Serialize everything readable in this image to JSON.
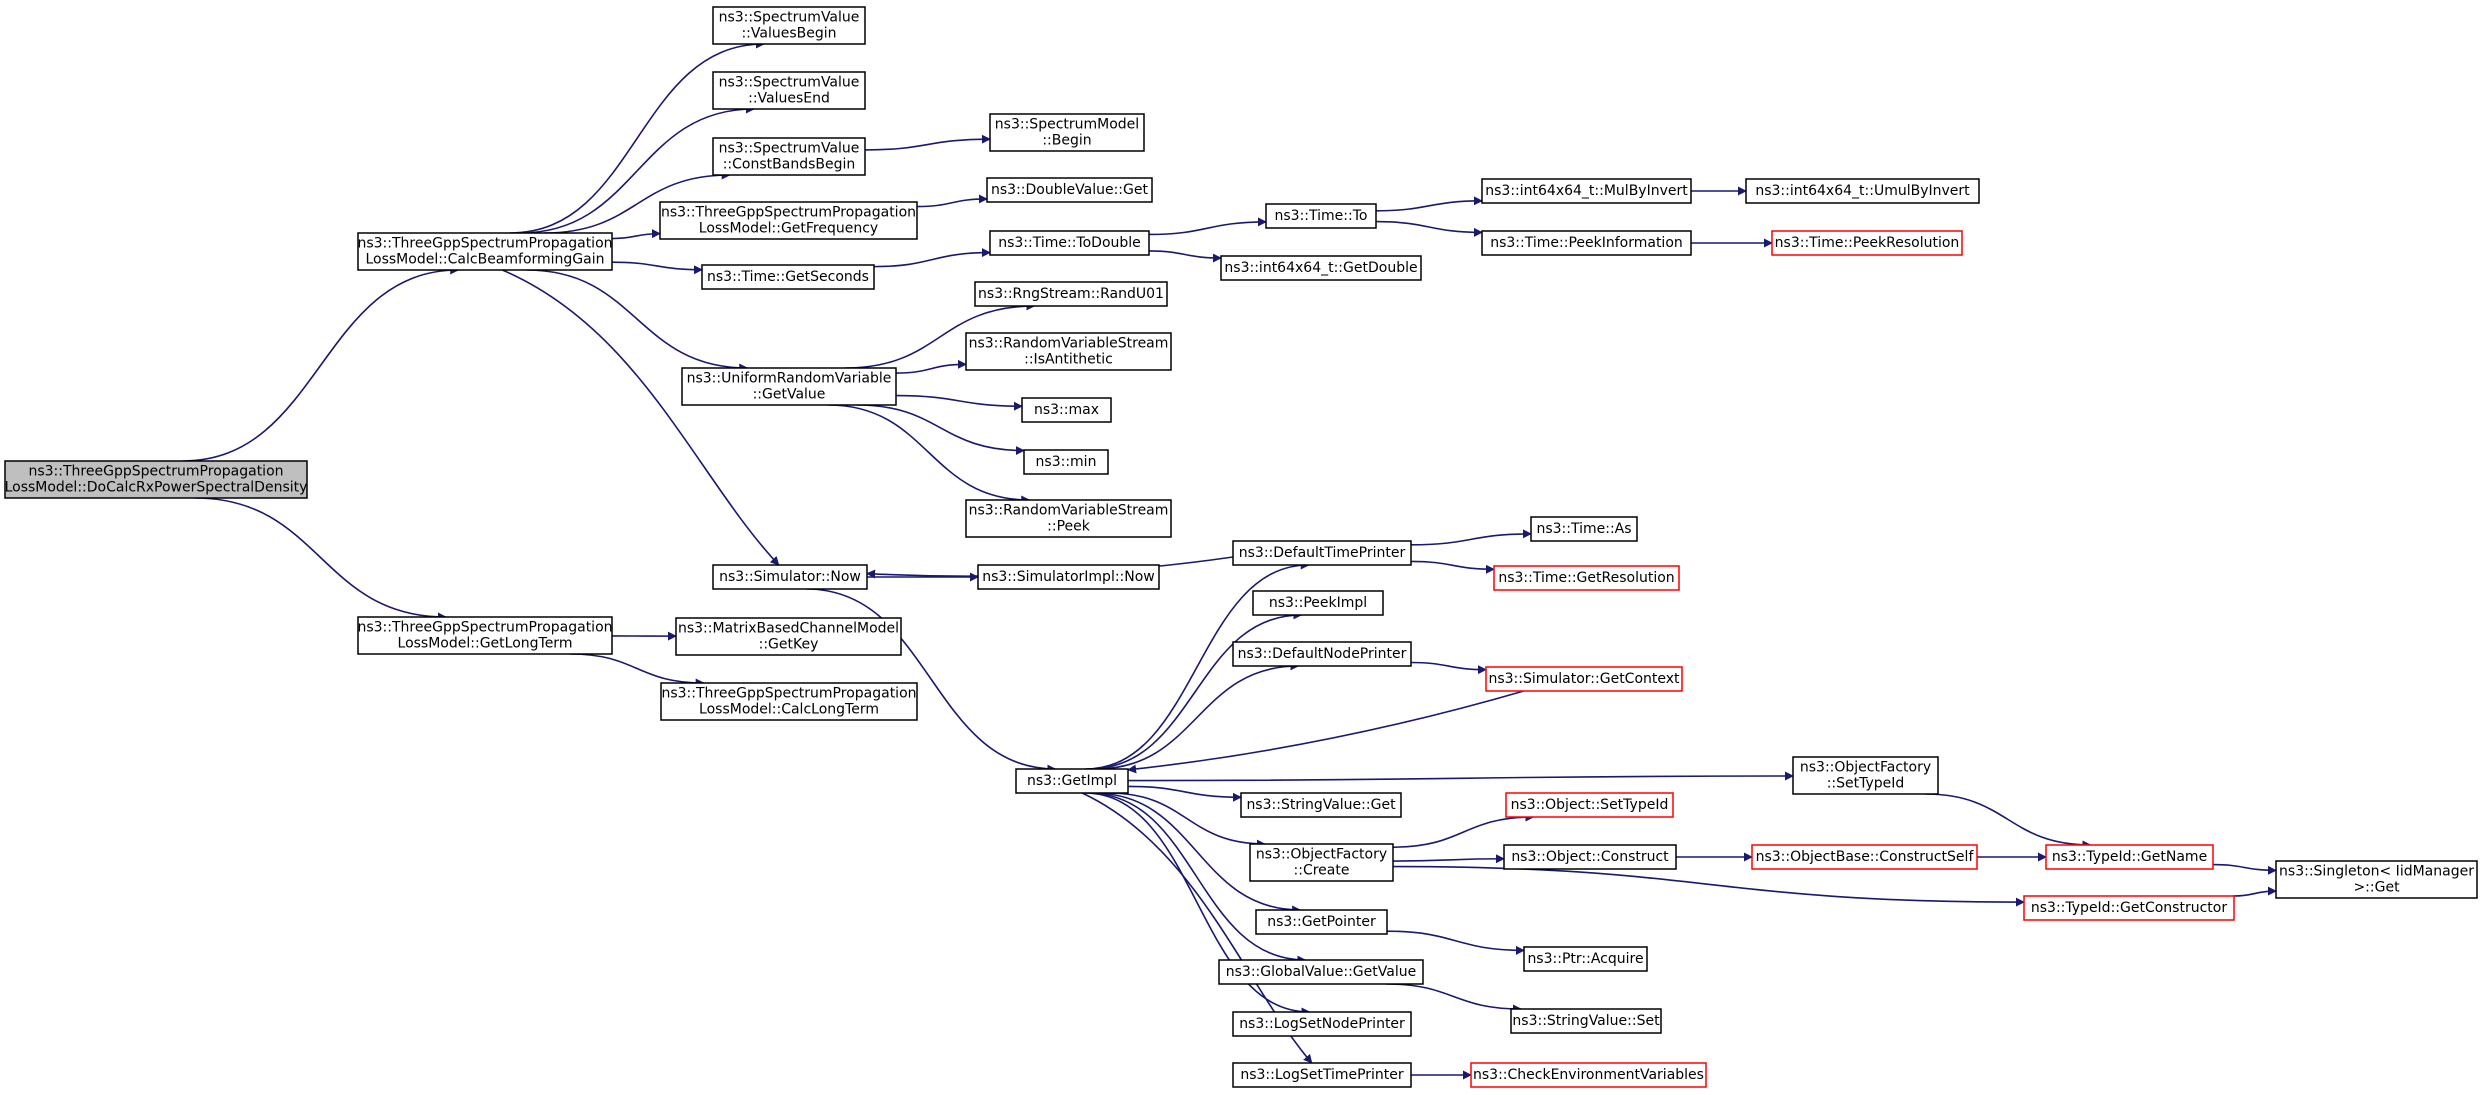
{
  "colors": {
    "edge": "#191970",
    "root_fill": "#bfbfbf",
    "box_stroke": "#000000",
    "truncated_stroke": "#ff0000"
  },
  "nodes": {
    "n_root": {
      "lines": [
        "ns3::ThreeGppSpectrumPropagation",
        "LossModel::DoCalcRxPowerSpectralDensity"
      ],
      "style": "root"
    },
    "n_cbg": {
      "lines": [
        "ns3::ThreeGppSpectrumPropagation",
        "LossModel::CalcBeamformingGain"
      ]
    },
    "n_glt": {
      "lines": [
        "ns3::ThreeGppSpectrumPropagation",
        "LossModel::GetLongTerm"
      ]
    },
    "n_vb": {
      "lines": [
        "ns3::SpectrumValue",
        "::ValuesBegin"
      ]
    },
    "n_ve": {
      "lines": [
        "ns3::SpectrumValue",
        "::ValuesEnd"
      ]
    },
    "n_cbb": {
      "lines": [
        "ns3::SpectrumValue",
        "::ConstBandsBegin"
      ]
    },
    "n_smb": {
      "lines": [
        "ns3::SpectrumModel",
        "::Begin"
      ]
    },
    "n_gf": {
      "lines": [
        "ns3::ThreeGppSpectrumPropagation",
        "LossModel::GetFrequency"
      ]
    },
    "n_dvg": {
      "lines": [
        "ns3::DoubleValue::Get"
      ]
    },
    "n_gs": {
      "lines": [
        "ns3::Time::GetSeconds"
      ]
    },
    "n_td": {
      "lines": [
        "ns3::Time::ToDouble"
      ]
    },
    "n_tto": {
      "lines": [
        "ns3::Time::To"
      ]
    },
    "n_mbi": {
      "lines": [
        "ns3::int64x64_t::MulByInvert"
      ]
    },
    "n_umbi": {
      "lines": [
        "ns3::int64x64_t::UmulByInvert"
      ]
    },
    "n_pi": {
      "lines": [
        "ns3::Time::PeekInformation"
      ]
    },
    "n_pr": {
      "lines": [
        "ns3::Time::PeekResolution"
      ],
      "style": "red"
    },
    "n_gd": {
      "lines": [
        "ns3::int64x64_t::GetDouble"
      ]
    },
    "n_ru": {
      "lines": [
        "ns3::RngStream::RandU01"
      ]
    },
    "n_urv": {
      "lines": [
        "ns3::UniformRandomVariable",
        "::GetValue"
      ]
    },
    "n_ia": {
      "lines": [
        "ns3::RandomVariableStream",
        "::IsAntithetic"
      ]
    },
    "n_max": {
      "lines": [
        "ns3::max"
      ]
    },
    "n_min": {
      "lines": [
        "ns3::min"
      ]
    },
    "n_peek": {
      "lines": [
        "ns3::RandomVariableStream",
        "::Peek"
      ]
    },
    "n_now": {
      "lines": [
        "ns3::Simulator::Now"
      ]
    },
    "n_sinow": {
      "lines": [
        "ns3::SimulatorImpl::Now"
      ]
    },
    "n_dtp": {
      "lines": [
        "ns3::DefaultTimePrinter"
      ]
    },
    "n_as": {
      "lines": [
        "ns3::Time::As"
      ]
    },
    "n_gr": {
      "lines": [
        "ns3::Time::GetResolution"
      ],
      "style": "red"
    },
    "n_mbk": {
      "lines": [
        "ns3::MatrixBasedChannelModel",
        "::GetKey"
      ]
    },
    "n_clt": {
      "lines": [
        "ns3::ThreeGppSpectrumPropagation",
        "LossModel::CalcLongTerm"
      ]
    },
    "n_peekimpl": {
      "lines": [
        "ns3::PeekImpl"
      ]
    },
    "n_dnp": {
      "lines": [
        "ns3::DefaultNodePrinter"
      ]
    },
    "n_gc": {
      "lines": [
        "ns3::Simulator::GetContext"
      ],
      "style": "red"
    },
    "n_gimpl": {
      "lines": [
        "ns3::GetImpl"
      ]
    },
    "n_ofst": {
      "lines": [
        "ns3::ObjectFactory",
        "::SetTypeId"
      ]
    },
    "n_svg": {
      "lines": [
        "ns3::StringValue::Get"
      ]
    },
    "n_ost": {
      "lines": [
        "ns3::Object::SetTypeId"
      ],
      "style": "red"
    },
    "n_ofc": {
      "lines": [
        "ns3::ObjectFactory",
        "::Create"
      ]
    },
    "n_oc": {
      "lines": [
        "ns3::Object::Construct"
      ]
    },
    "n_obcs": {
      "lines": [
        "ns3::ObjectBase::ConstructSelf"
      ],
      "style": "red"
    },
    "n_tgn": {
      "lines": [
        "ns3::TypeId::GetName"
      ],
      "style": "red"
    },
    "n_sing": {
      "lines": [
        "ns3::Singleton< IidManager",
        ">::Get"
      ]
    },
    "n_tgc": {
      "lines": [
        "ns3::TypeId::GetConstructor"
      ],
      "style": "red"
    },
    "n_gp": {
      "lines": [
        "ns3::GetPointer"
      ]
    },
    "n_pa": {
      "lines": [
        "ns3::Ptr::Acquire"
      ]
    },
    "n_gvgv": {
      "lines": [
        "ns3::GlobalValue::GetValue"
      ]
    },
    "n_svs": {
      "lines": [
        "ns3::StringValue::Set"
      ]
    },
    "n_lsnp": {
      "lines": [
        "ns3::LogSetNodePrinter"
      ]
    },
    "n_lstp": {
      "lines": [
        "ns3::LogSetTimePrinter"
      ]
    },
    "n_cev": {
      "lines": [
        "ns3::CheckEnvironmentVariables"
      ],
      "style": "red"
    }
  },
  "edges": [
    [
      "n_root",
      "n_cbg"
    ],
    [
      "n_root",
      "n_glt"
    ],
    [
      "n_cbg",
      "n_vb"
    ],
    [
      "n_cbg",
      "n_ve"
    ],
    [
      "n_cbg",
      "n_cbb"
    ],
    [
      "n_cbg",
      "n_gf"
    ],
    [
      "n_cbg",
      "n_gs"
    ],
    [
      "n_cbg",
      "n_urv"
    ],
    [
      "n_cbg",
      "n_now"
    ],
    [
      "n_cbb",
      "n_smb"
    ],
    [
      "n_gf",
      "n_dvg"
    ],
    [
      "n_gs",
      "n_td"
    ],
    [
      "n_td",
      "n_tto"
    ],
    [
      "n_td",
      "n_gd"
    ],
    [
      "n_tto",
      "n_mbi"
    ],
    [
      "n_tto",
      "n_pi"
    ],
    [
      "n_mbi",
      "n_umbi"
    ],
    [
      "n_pi",
      "n_pr"
    ],
    [
      "n_urv",
      "n_ru"
    ],
    [
      "n_urv",
      "n_ia"
    ],
    [
      "n_urv",
      "n_max"
    ],
    [
      "n_urv",
      "n_min"
    ],
    [
      "n_urv",
      "n_peek"
    ],
    [
      "n_now",
      "n_sinow"
    ],
    [
      "n_now",
      "n_gimpl"
    ],
    [
      "n_dtp",
      "n_now"
    ],
    [
      "n_dtp",
      "n_as"
    ],
    [
      "n_dtp",
      "n_gr"
    ],
    [
      "n_glt",
      "n_mbk"
    ],
    [
      "n_glt",
      "n_clt"
    ],
    [
      "n_gimpl",
      "n_dtp"
    ],
    [
      "n_gimpl",
      "n_peekimpl"
    ],
    [
      "n_gimpl",
      "n_dnp"
    ],
    [
      "n_gimpl",
      "n_ofst"
    ],
    [
      "n_gimpl",
      "n_svg"
    ],
    [
      "n_gimpl",
      "n_ofc"
    ],
    [
      "n_gimpl",
      "n_gp"
    ],
    [
      "n_gimpl",
      "n_gvgv"
    ],
    [
      "n_gimpl",
      "n_lsnp"
    ],
    [
      "n_gimpl",
      "n_lstp"
    ],
    [
      "n_dnp",
      "n_gc"
    ],
    [
      "n_gc",
      "n_gimpl"
    ],
    [
      "n_ofst",
      "n_tgn"
    ],
    [
      "n_ofc",
      "n_ost"
    ],
    [
      "n_ofc",
      "n_oc"
    ],
    [
      "n_ofc",
      "n_tgc"
    ],
    [
      "n_oc",
      "n_obcs"
    ],
    [
      "n_obcs",
      "n_tgn"
    ],
    [
      "n_tgn",
      "n_sing"
    ],
    [
      "n_tgc",
      "n_sing"
    ],
    [
      "n_gp",
      "n_pa"
    ],
    [
      "n_gvgv",
      "n_svs"
    ],
    [
      "n_lstp",
      "n_cev"
    ]
  ]
}
